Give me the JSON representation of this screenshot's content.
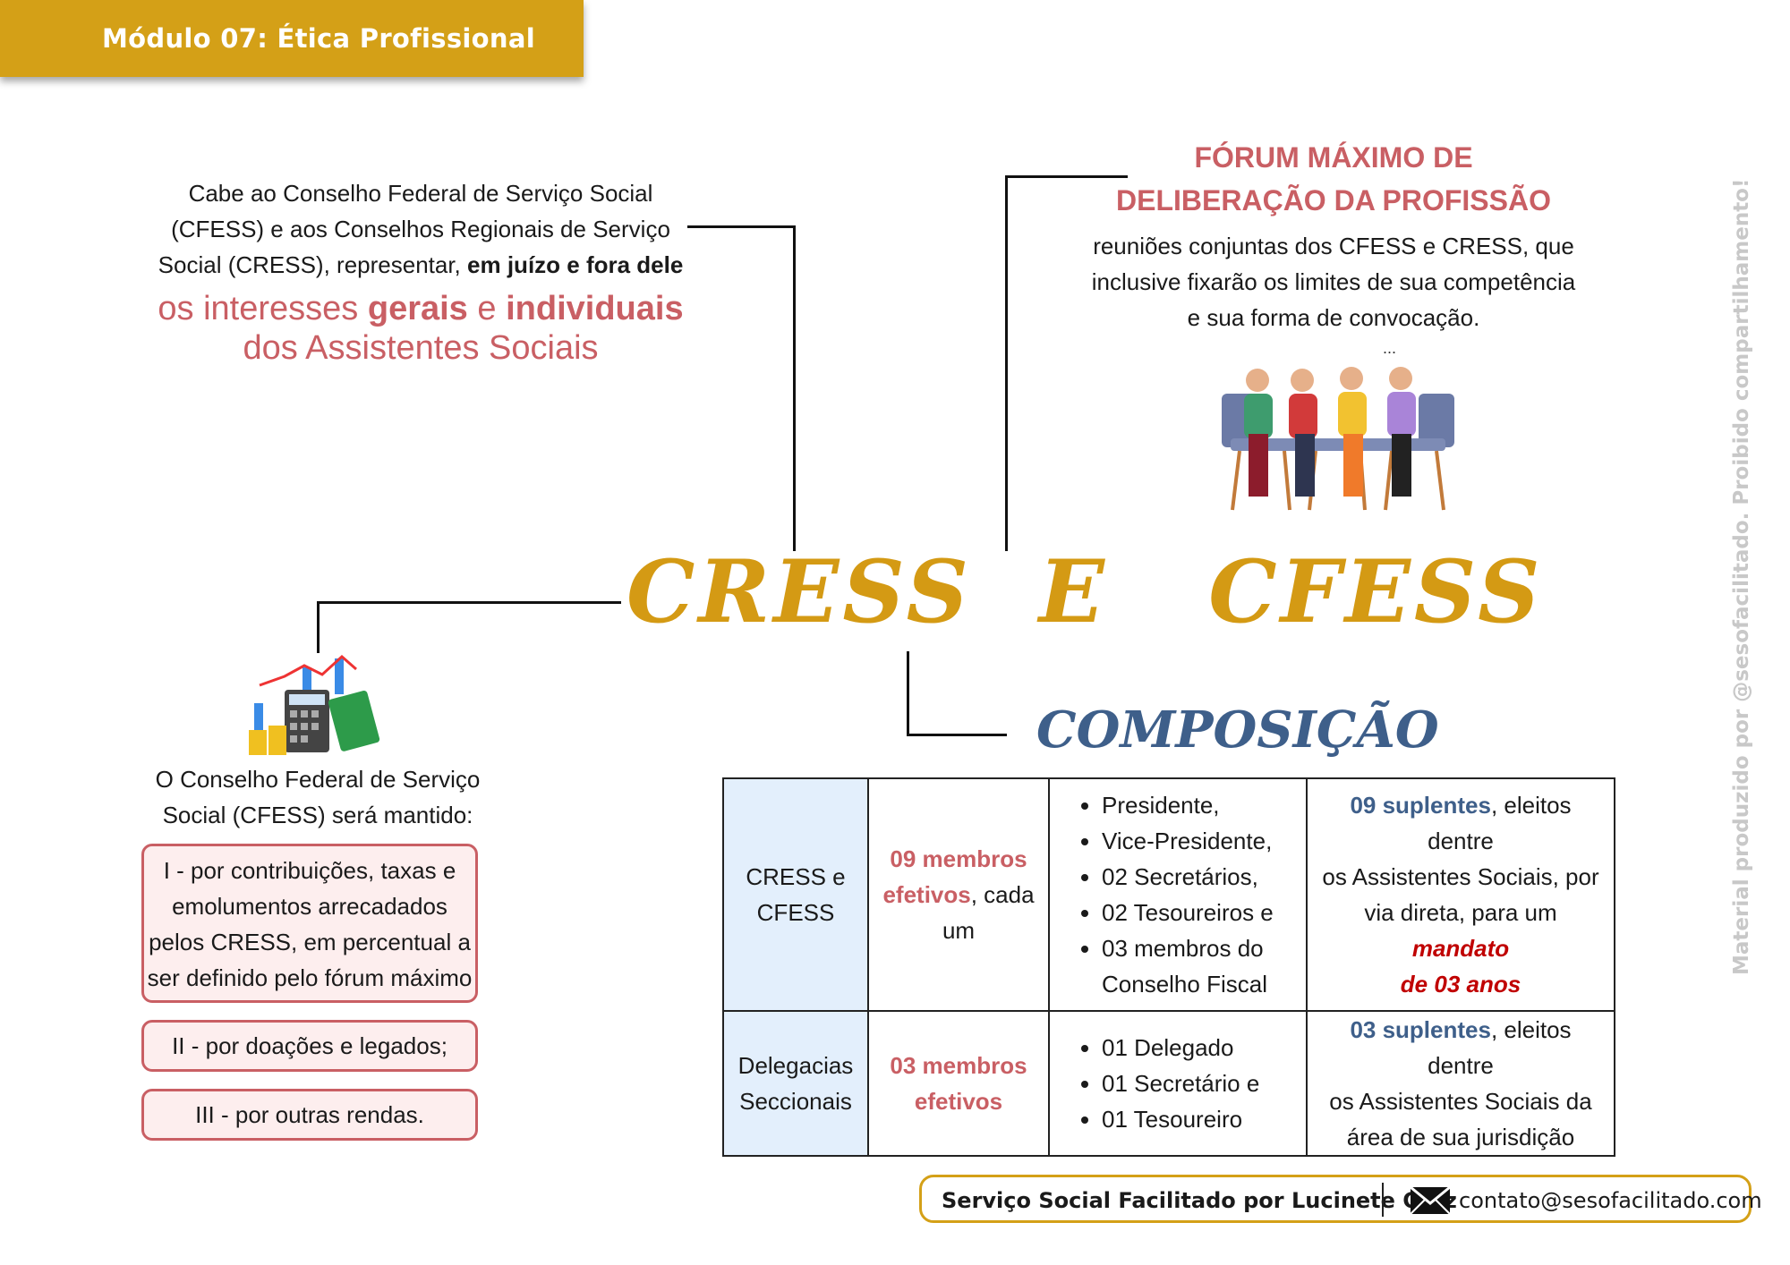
{
  "header": {
    "module_title": "Módulo 07: Ética Profissional"
  },
  "intro": {
    "text_1": "Cabe ao Conselho Federal de Serviço Social",
    "text_2": "(CFESS) e aos Conselhos Regionais de Serviço",
    "text_3": "Social (CRESS), representar,",
    "text_3_bold": "em juízo e fora dele",
    "interests_1": "os interesses",
    "interests_bold_1": "gerais",
    "interests_2": "e",
    "interests_bold_2": "individuais",
    "interests_3": "dos Assistentes Sociais"
  },
  "forum": {
    "title_1": "FÓRUM MÁXIMO DE",
    "title_2": "DELIBERAÇÃO DA PROFISSÃO",
    "text_1": "reuniões conjuntas dos CFESS e CRESS, que",
    "text_2": "inclusive fixarão os limites de sua competência",
    "text_3": "e sua forma de convocação.",
    "dots": "..."
  },
  "main_title": "CRESS  E   CFESS",
  "composition_title": "COMPOSIÇÃO",
  "funding": {
    "intro_1": "O Conselho Federal de Serviço",
    "intro_2": "Social (CFESS) será mantido:",
    "item_1": [
      "I - por contribuições, taxas e",
      "emolumentos arrecadados",
      "pelos CRESS, em percentual a",
      "ser definido pelo fórum máximo"
    ],
    "item_2": "II - por doações e legados;",
    "item_3": "III - por outras rendas."
  },
  "table": {
    "row1": {
      "entity": [
        "CRESS e",
        "CFESS"
      ],
      "members_bold": "09 membros",
      "members_bold_2": "efetivos",
      "members_rest": ", cada",
      "members_rest_2": "um",
      "roles": [
        "Presidente,",
        "Vice-Presidente,",
        "02 Secretários,",
        "02 Tesoureiros e",
        "03 membros do Conselho Fiscal"
      ],
      "sub_bold": "09 suplentes",
      "sub_1": ", eleitos dentre",
      "sub_2": "os Assistentes Sociais, por",
      "sub_3": "via direta, para um",
      "sub_mandate_1": "mandato",
      "sub_mandate_2": "de 03 anos"
    },
    "row2": {
      "entity": [
        "Delegacias",
        "Seccionais"
      ],
      "members_bold": [
        "03 membros",
        "efetivos"
      ],
      "roles": [
        "01 Delegado",
        "01 Secretário e",
        "01 Tesoureiro"
      ],
      "sub_bold": "03 suplentes",
      "sub_1": ", eleitos dentre",
      "sub_2": "os Assistentes Sociais da",
      "sub_3": "área de sua jurisdição"
    }
  },
  "side_note": "Material produzido por @sesofacilitado. Proibido compartilhamento!",
  "footer": {
    "author": "Serviço Social Facilitado por Lucinete Cruz",
    "email": "contato@sesofacilitado.com",
    "icon": "mail-icon"
  },
  "colors": {
    "gold": "#d4a017",
    "rose": "#c95f64",
    "blue": "#3e5f8a",
    "dark_red": "#c00000",
    "light_blue": "#e3effc"
  }
}
